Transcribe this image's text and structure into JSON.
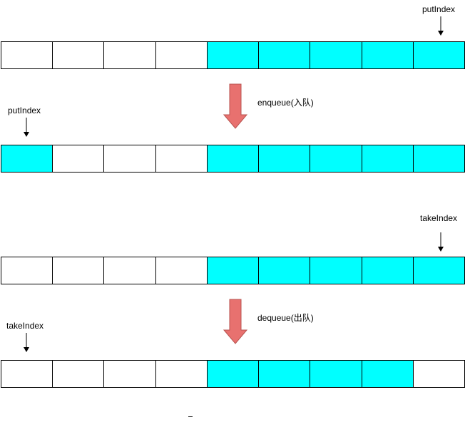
{
  "diagrams": [
    {
      "before": {
        "pointer_label": "putIndex",
        "cells": [
          false,
          false,
          false,
          false,
          true,
          true,
          true,
          true,
          true
        ]
      },
      "operation": "enqueue(入队)",
      "after": {
        "pointer_label": "putIndex",
        "cells": [
          true,
          false,
          false,
          false,
          true,
          true,
          true,
          true,
          true
        ]
      }
    },
    {
      "before": {
        "pointer_label": "takeIndex",
        "cells": [
          false,
          false,
          false,
          false,
          true,
          true,
          true,
          true,
          true
        ]
      },
      "operation": "dequeue(出队)",
      "after": {
        "pointer_label": "takeIndex",
        "cells": [
          false,
          false,
          false,
          false,
          true,
          true,
          true,
          true,
          false
        ]
      }
    }
  ],
  "colors": {
    "filled": "#00ffff",
    "empty": "#ffffff",
    "border": "#000000",
    "arrow_fill": "#e8716f",
    "arrow_stroke": "#b85450"
  }
}
